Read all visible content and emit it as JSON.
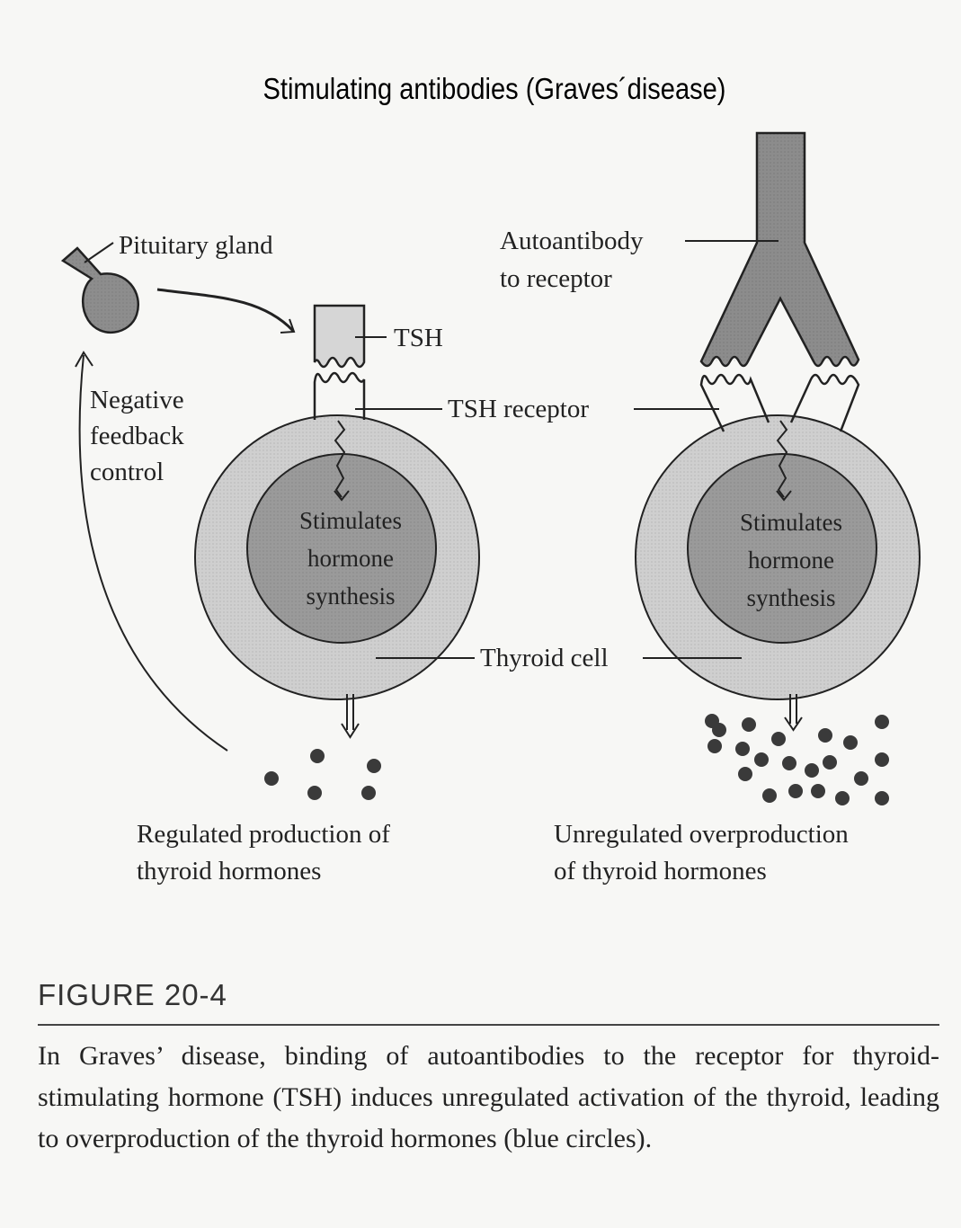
{
  "title": "Stimulating antibodies (Graves´disease)",
  "labels": {
    "pituitary": "Pituitary gland",
    "feedback": [
      "Negative",
      "feedback",
      "control"
    ],
    "tsh": "TSH",
    "tsh_receptor": "TSH receptor",
    "autoantibody": [
      "Autoantibody",
      "to receptor"
    ],
    "thyroid_cell": "Thyroid cell",
    "stimulates_left": [
      "Stimulates",
      "hormone",
      "synthesis"
    ],
    "stimulates_right": [
      "Stimulates",
      "hormone",
      "synthesis"
    ],
    "regulated": [
      "Regulated production of",
      "thyroid hormones"
    ],
    "unregulated": [
      "Unregulated overproduction",
      "of thyroid hormones"
    ]
  },
  "hormone_counts": {
    "regulated": 5,
    "unregulated": 21
  },
  "figure": {
    "label": "FIGURE 20-4",
    "caption": "In Graves’ disease, binding of autoantibodies to the receptor for thyroid-stimulating hormone (TSH) induces unregulated activation of the thyroid, leading to overproduction of the thyroid hormones (blue circles)."
  },
  "colors": {
    "ink": "#222222",
    "outer_cell": "#cfcfcf",
    "inner_cell": "#9a9a9a",
    "antibody": "#8c8c8c",
    "tsh": "#d6d6d6",
    "hormone_dot": "#3a3a3a"
  }
}
